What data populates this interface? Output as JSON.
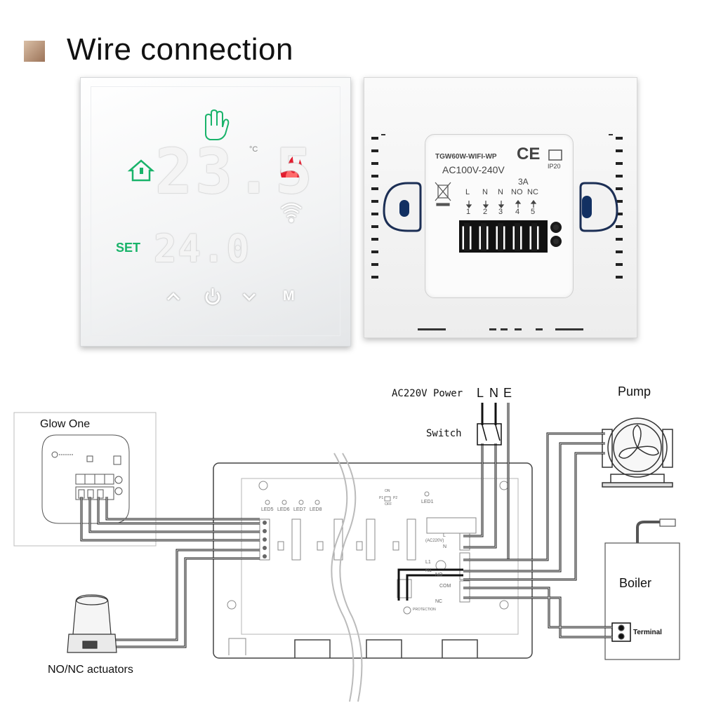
{
  "header": {
    "title": "Wire connection"
  },
  "front_panel": {
    "current_temp": "23.5",
    "unit": "°C",
    "set_label": "SET",
    "set_temp": "24.0",
    "buttons": {
      "mode": "M"
    },
    "colors": {
      "green": "#19b36a",
      "red": "#e21d2f"
    }
  },
  "back_panel": {
    "model": "TGW60W-WIFI-WP",
    "ce": "CE",
    "voltage": "AC100V-240V",
    "rating": "IP20",
    "current": "3A",
    "terminal_letters": [
      "L",
      "N",
      "N",
      "NO",
      "NC"
    ],
    "terminal_numbers": [
      "1",
      "2",
      "3",
      "4",
      "5"
    ]
  },
  "diagram": {
    "glow_one": "Glow One",
    "power": "AC220V Power",
    "lne": [
      "L",
      "N",
      "E"
    ],
    "switch": "Switch",
    "pump": "Pump",
    "boiler": "Boiler",
    "terminal": "Terminal",
    "actuators": "NO/NC actuators",
    "board": {
      "leds": [
        "LED5",
        "LED6",
        "LED7",
        "LED8"
      ],
      "led1": "LED1",
      "on": "ON",
      "off": "OFF",
      "p1": "P1",
      "p2": "P2",
      "protection": "PROTECTION",
      "ac220v": "(AC220V)",
      "com": "COM",
      "no": "NO",
      "nc": "NC",
      "l": "L",
      "n": "N",
      "l1": "L1",
      "n1": "N1"
    }
  }
}
